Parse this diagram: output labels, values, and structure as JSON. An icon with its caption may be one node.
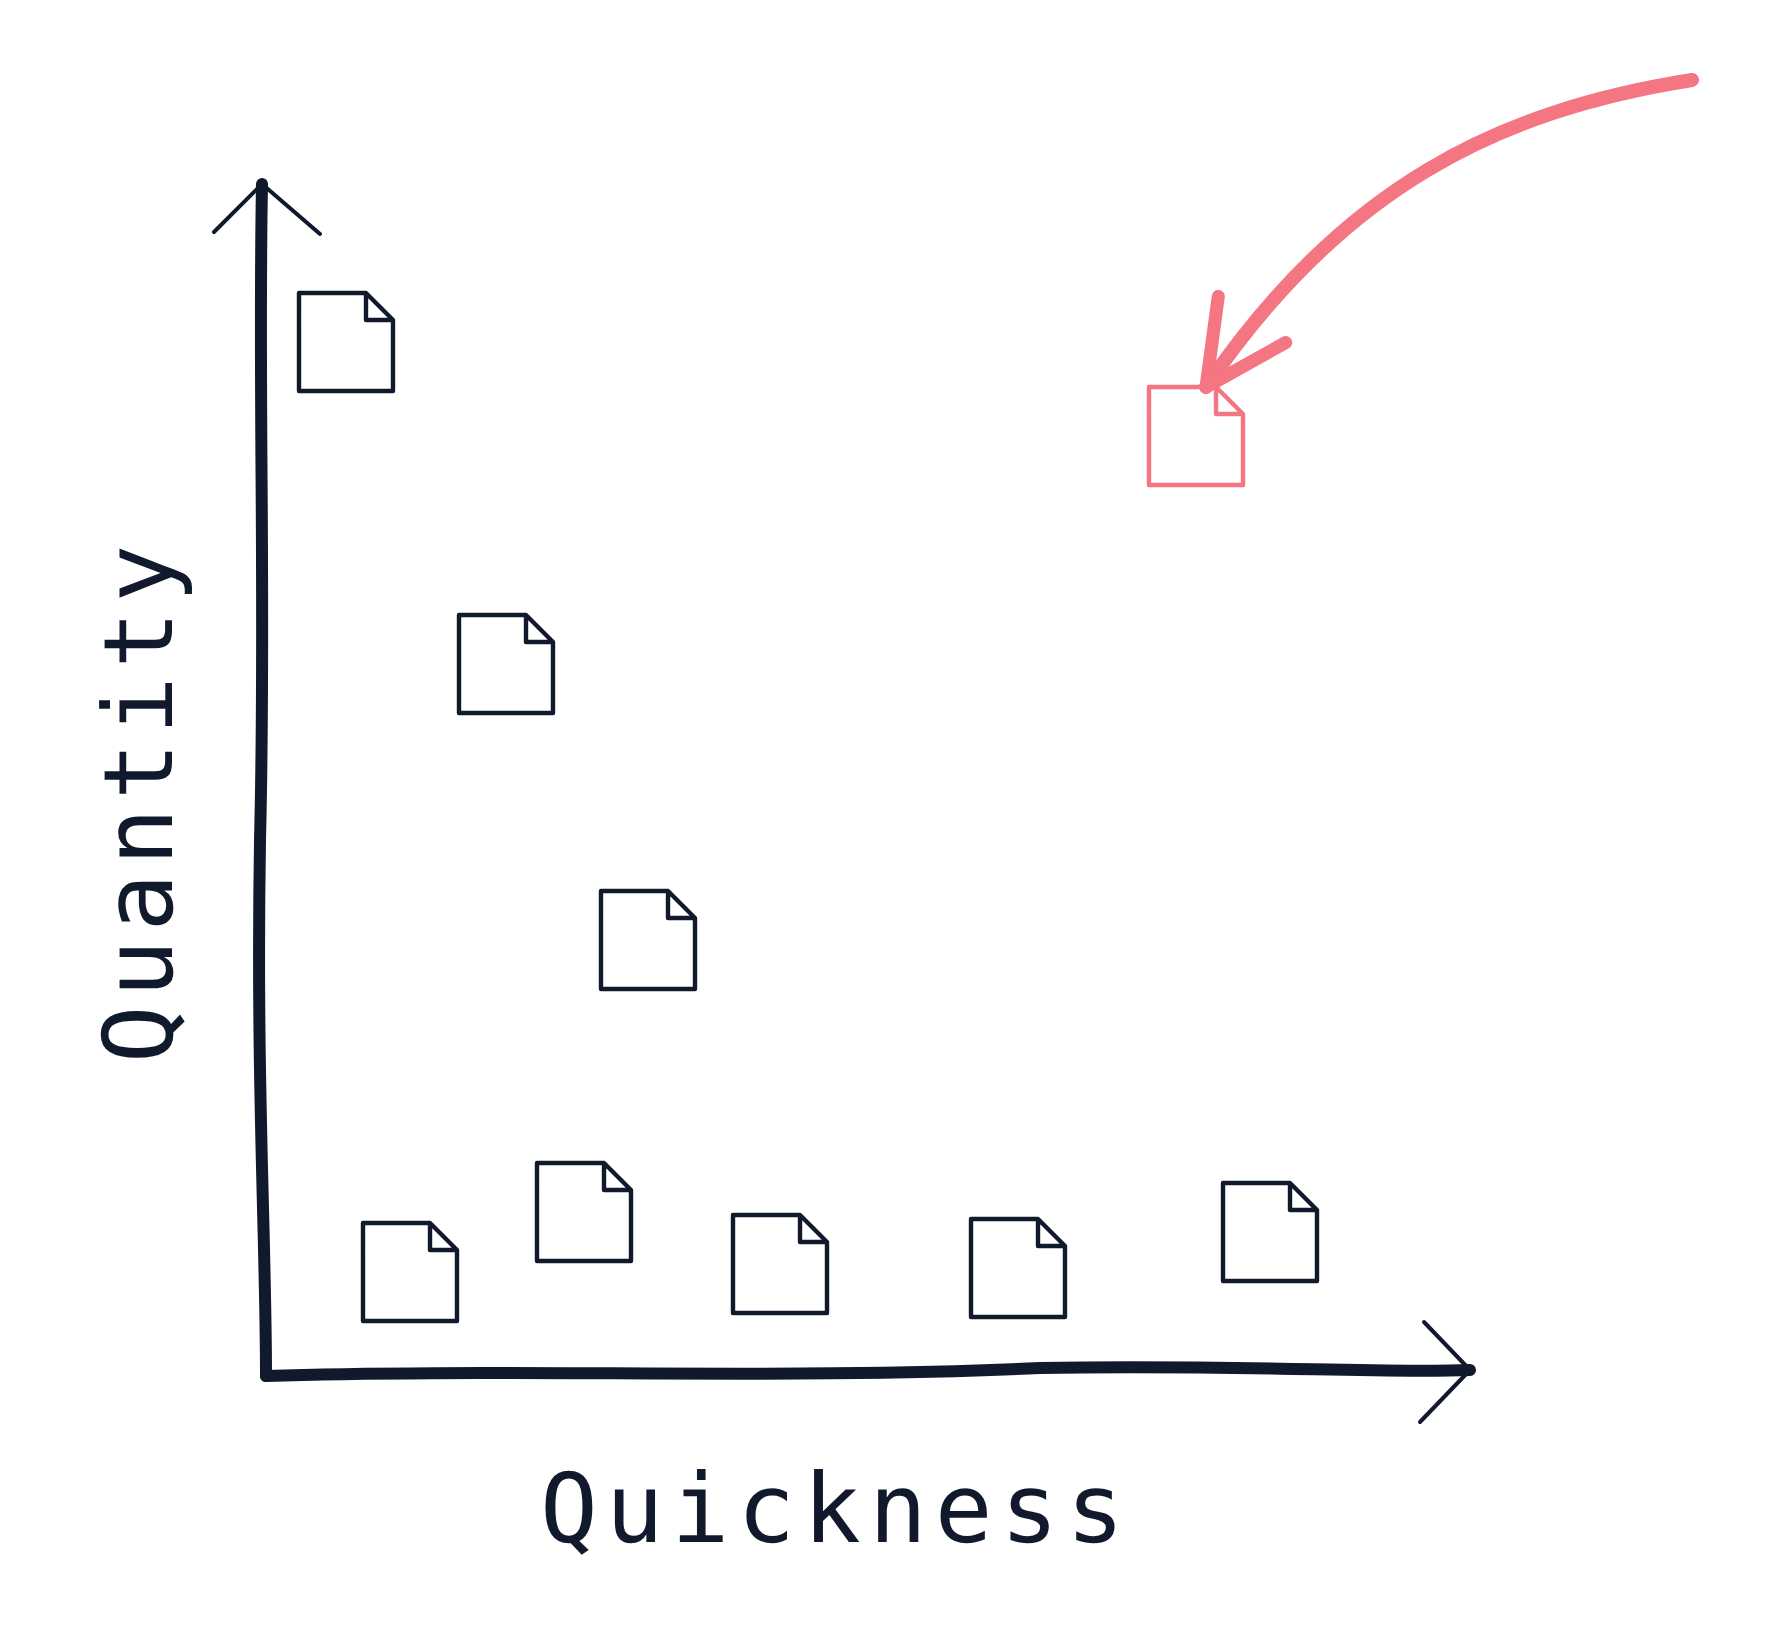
{
  "diagram": {
    "nodes": [
      {
        "text": [],
        "shape": "picture"
      },
      {
        "text": [],
        "shape": "picture"
      },
      {
        "text": [],
        "shape": "picture"
      },
      {
        "text": [],
        "shape": "picture"
      },
      {
        "text": [],
        "shape": "picture"
      },
      {
        "text": [],
        "shape": "picture"
      },
      {
        "text": [],
        "shape": "picture"
      },
      {
        "text": [],
        "shape": "picture"
      },
      {
        "text": [],
        "shape": "picture"
      }
    ],
    "edges": [
      {
        "from": null,
        "to": 1,
        "arrow": "to",
        "color": "#f47683"
      }
    ],
    "labels": [
      "Quantity",
      "Quickness"
    ]
  }
}
